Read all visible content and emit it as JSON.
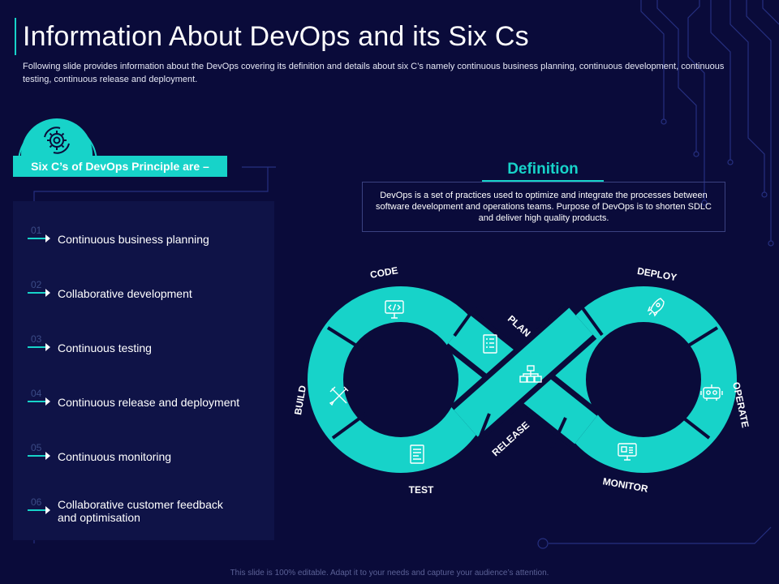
{
  "slide": {
    "title": "Information About DevOps and its Six Cs",
    "subtitle": "Following slide provides information about the DevOps covering its definition and details about six C’s namely continuous business planning, continuous development, continuous testing, continuous release and deployment.",
    "footer": "This slide is 100% editable. Adapt it to your needs and capture your audience’s attention."
  },
  "principles": {
    "badge_icon": "gear-icon",
    "header": "Six C’s of DevOps Principle are –",
    "items": [
      {
        "num": "01",
        "label": "Continuous business planning"
      },
      {
        "num": "02",
        "label": "Collaborative development"
      },
      {
        "num": "03",
        "label": "Continuous testing"
      },
      {
        "num": "04",
        "label": "Continuous release and deployment"
      },
      {
        "num": "05",
        "label": "Continuous monitoring"
      },
      {
        "num": "06",
        "label": "Collaborative customer feedback and optimisation"
      }
    ]
  },
  "definition": {
    "title": "Definition",
    "text": "DevOps is a set of practices used to optimize and integrate the processes between software development and operations teams. Purpose of DevOps is to shorten SDLC and deliver high quality products."
  },
  "cycle": {
    "stages": [
      "CODE",
      "PLAN",
      "DEPLOY",
      "BUILD",
      "OPERATE",
      "RELEASE",
      "TEST",
      "MONITOR"
    ],
    "icons": [
      "code-icon",
      "checklist-icon",
      "rocket-icon",
      "tools-icon",
      "robot-icon",
      "network-icon",
      "document-icon",
      "monitor-icon"
    ]
  },
  "colors": {
    "background": "#0a0b3a",
    "accent": "#17d3c9",
    "panel": "#0f1347"
  }
}
